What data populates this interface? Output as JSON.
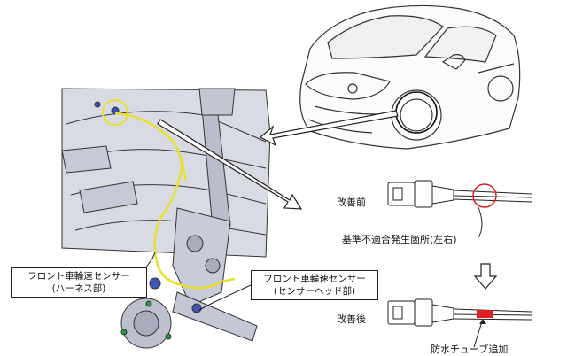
{
  "labels": {
    "harness_line1": "フロント車輪速センサー",
    "harness_line2": "(ハーネス部)",
    "head_line1": "フロント車輪速センサー",
    "head_line2": "(センサーヘッド部)",
    "before": "改善前",
    "after": "改善後",
    "defect_location": "基準不適合発生箇所(左右)",
    "tube_added": "防水チューブ追加"
  },
  "colors": {
    "highlight": "#e8e030",
    "defect_circle": "#e02020",
    "tube": "#e02020",
    "line": "#222222"
  }
}
